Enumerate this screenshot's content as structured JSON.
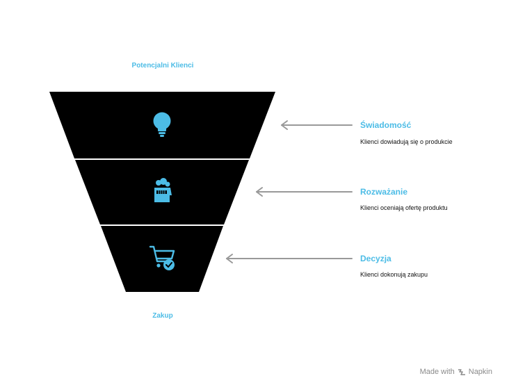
{
  "funnel": {
    "top_label": "Potencjalni Klienci",
    "bottom_label": "Zakup"
  },
  "stages": [
    {
      "title": "Świadomość",
      "description": "Klienci dowiadują się o produkcie",
      "icon": "lightbulb-icon"
    },
    {
      "title": "Rozważanie",
      "description": "Klienci oceniają ofertę produktu",
      "icon": "head-thinking-icon"
    },
    {
      "title": "Decyzja",
      "description": "Klienci dokonują zakupu",
      "icon": "cart-check-icon"
    }
  ],
  "colors": {
    "accent": "#4cbce6",
    "funnel": "#000000",
    "arrow": "#999999"
  },
  "footer": {
    "made_with": "Made with",
    "brand": "Napkin"
  }
}
